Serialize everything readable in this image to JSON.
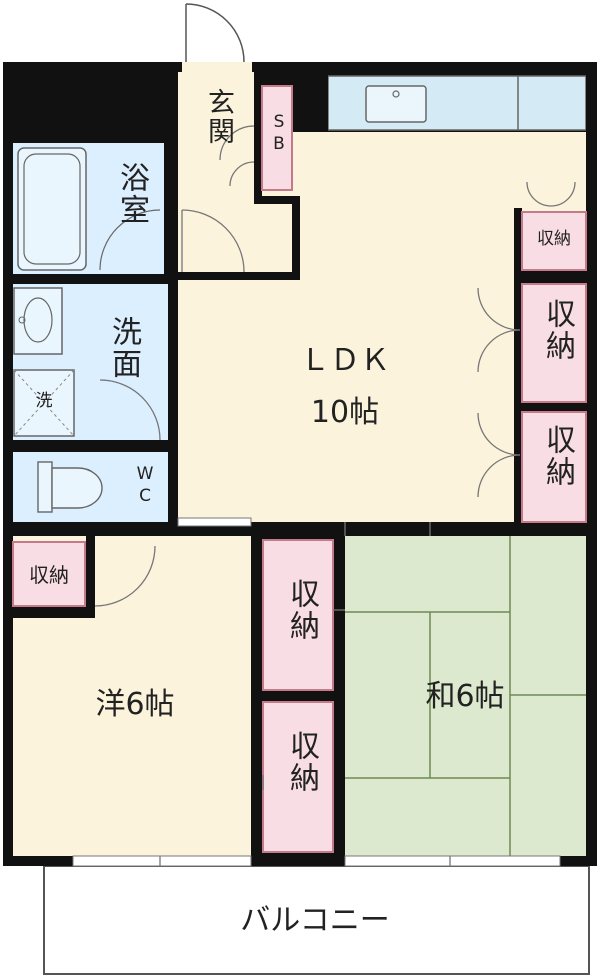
{
  "rooms": {
    "entrance": "玄関",
    "shoe_box": "SB",
    "bath": "浴室",
    "washroom": "洗面",
    "washer": "洗",
    "toilet": "WC",
    "ldk_name": "ＬＤＫ",
    "ldk_size": "10帖",
    "western": "洋6帖",
    "japanese": "和6帖",
    "balcony": "バルコニー"
  },
  "storage": {
    "label": "収納"
  },
  "colors": {
    "wall": "#111111",
    "floor": "#fbf3dc",
    "wet_area": "#dcefff",
    "tatami": "#dde9cf",
    "tatami_line": "#6e8a55",
    "storage": "#f9dde4",
    "storage_edge": "#c47a8b",
    "kitchen": "#d4ebf6"
  }
}
